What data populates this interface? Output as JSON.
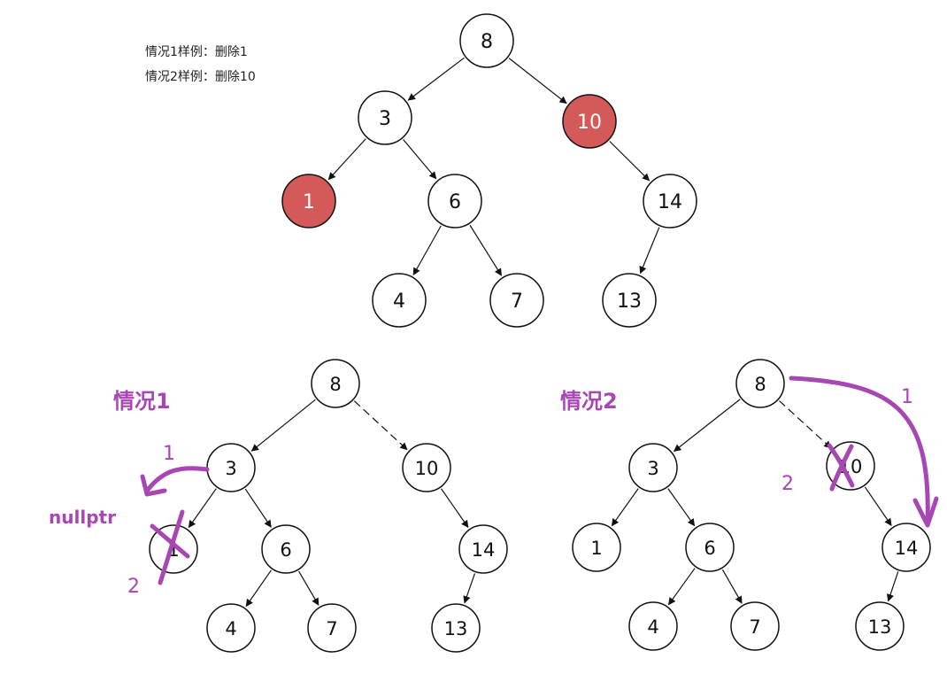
{
  "notes": [
    "情况1样例：删除1",
    "情况2样例：删除10"
  ],
  "case1": {
    "title": "情况1",
    "step1": "1",
    "step2": "2",
    "nullptr": "nullptr"
  },
  "case2": {
    "title": "情况2",
    "step1": "1",
    "step2": "2"
  },
  "colors": {
    "highlight": "#d45a5a",
    "annotation": "#a846b4",
    "stroke": "#111111"
  },
  "tree_top": {
    "nodes": [
      {
        "id": "n8",
        "label": "8"
      },
      {
        "id": "n3",
        "label": "3"
      },
      {
        "id": "n10",
        "label": "10",
        "highlight": true
      },
      {
        "id": "n1",
        "label": "1",
        "highlight": true
      },
      {
        "id": "n6",
        "label": "6"
      },
      {
        "id": "n14",
        "label": "14"
      },
      {
        "id": "n4",
        "label": "4"
      },
      {
        "id": "n7",
        "label": "7"
      },
      {
        "id": "n13",
        "label": "13"
      }
    ],
    "edges": [
      [
        "n8",
        "n3"
      ],
      [
        "n8",
        "n10"
      ],
      [
        "n3",
        "n1"
      ],
      [
        "n3",
        "n6"
      ],
      [
        "n10",
        "n14"
      ],
      [
        "n6",
        "n4"
      ],
      [
        "n6",
        "n7"
      ],
      [
        "n14",
        "n13"
      ]
    ]
  },
  "tree_case1": {
    "nodes": [
      {
        "id": "n8",
        "label": "8"
      },
      {
        "id": "n3",
        "label": "3"
      },
      {
        "id": "n10",
        "label": "10"
      },
      {
        "id": "n1",
        "label": "1"
      },
      {
        "id": "n6",
        "label": "6"
      },
      {
        "id": "n14",
        "label": "14"
      },
      {
        "id": "n4",
        "label": "4"
      },
      {
        "id": "n7",
        "label": "7"
      },
      {
        "id": "n13",
        "label": "13"
      }
    ]
  },
  "tree_case2": {
    "nodes": [
      {
        "id": "n8",
        "label": "8"
      },
      {
        "id": "n3",
        "label": "3"
      },
      {
        "id": "n10",
        "label": "10"
      },
      {
        "id": "n1",
        "label": "1"
      },
      {
        "id": "n6",
        "label": "6"
      },
      {
        "id": "n14",
        "label": "14"
      },
      {
        "id": "n4",
        "label": "4"
      },
      {
        "id": "n7",
        "label": "7"
      },
      {
        "id": "n13",
        "label": "13"
      }
    ]
  }
}
